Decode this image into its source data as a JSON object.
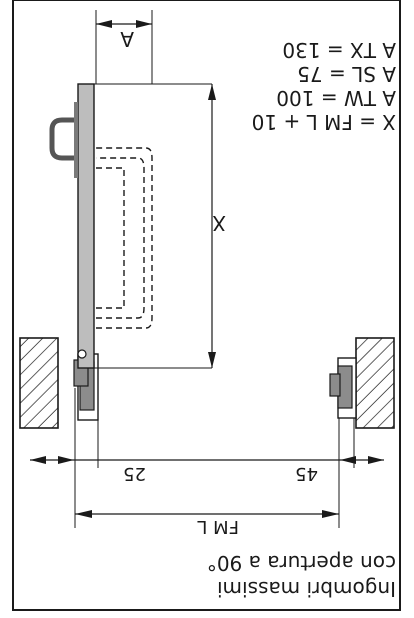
{
  "spec_lines": [
    "X = FM L + 10",
    "A TW = 100",
    "A SL = 75",
    "A TX = 130"
  ],
  "caption_lines": [
    "con apertura a 90°",
    "Ingombri massimi"
  ],
  "dimensions": {
    "x_label": "X",
    "a_label": "A",
    "left_gap": "25",
    "right_gap": "45",
    "fm_label": "FM L"
  },
  "colors": {
    "line": "#1a1a1a",
    "panel": "#bdbdbd",
    "panel_dark": "#7a7a7a",
    "hinge": "#8c8c8c"
  }
}
